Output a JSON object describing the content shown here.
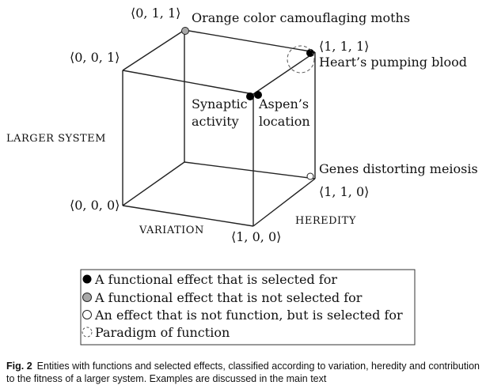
{
  "vertices": {
    "v000": "⟨0, 0, 0⟩",
    "v001": "⟨0, 0, 1⟩",
    "v011": "⟨0, 1, 1⟩",
    "v111": "⟨1, 1, 1⟩",
    "v110": "⟨1, 1, 0⟩",
    "v100": "⟨1, 0, 0⟩"
  },
  "axes": {
    "larger_system": "LARGER SYSTEM",
    "variation": "VARIATION",
    "heredity": "HEREDITY"
  },
  "examples": {
    "moths": "Orange color camouflaging moths",
    "heart": "Heart’s pumping blood",
    "synaptic_line1": "Synaptic",
    "synaptic_line2": "activity",
    "aspen_line1": "Aspen’s",
    "aspen_line2": "location",
    "genes": "Genes distorting meiosis"
  },
  "legend": [
    {
      "marker": "filled-black",
      "text": "A functional effect that is selected for"
    },
    {
      "marker": "filled-gray",
      "text": "A functional effect that is not selected for"
    },
    {
      "marker": "hollow",
      "text": "An effect that is not function, but is selected for"
    },
    {
      "marker": "dashed",
      "text": "Paradigm of function"
    }
  ],
  "caption": {
    "label": "Fig. 2",
    "text": "Entities with functions and selected effects, classified according to variation, heredity and contribution to the fitness of a larger system. Examples are discussed in the main text"
  },
  "colors": {
    "line": "#222222",
    "black_marker": "#000000",
    "gray_marker": "#a8a8a8"
  }
}
